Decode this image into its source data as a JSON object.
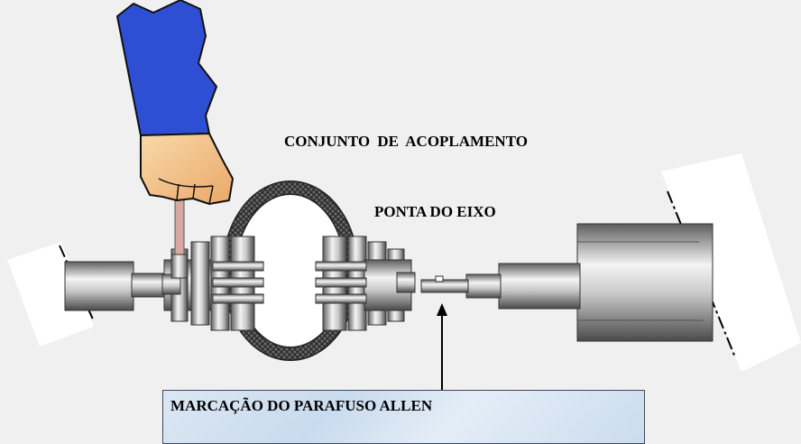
{
  "labels": {
    "assembly": "CONJUNTO  DE  ACOPLAMENTO",
    "shaft_end": "PONTA DO EIXO",
    "allen_marking": "MARCAÇÃO DO PARAFUSO ALLEN"
  },
  "colors": {
    "background": "#f0f0f0",
    "sleeve": "#2e4fd4",
    "hand": "#f5c48a",
    "steel": "#9c9c9c",
    "label_box": "#d3e2f2"
  },
  "icons": {
    "hand": "hand-holding-allen-key-icon",
    "arrow": "arrow-up-icon"
  }
}
